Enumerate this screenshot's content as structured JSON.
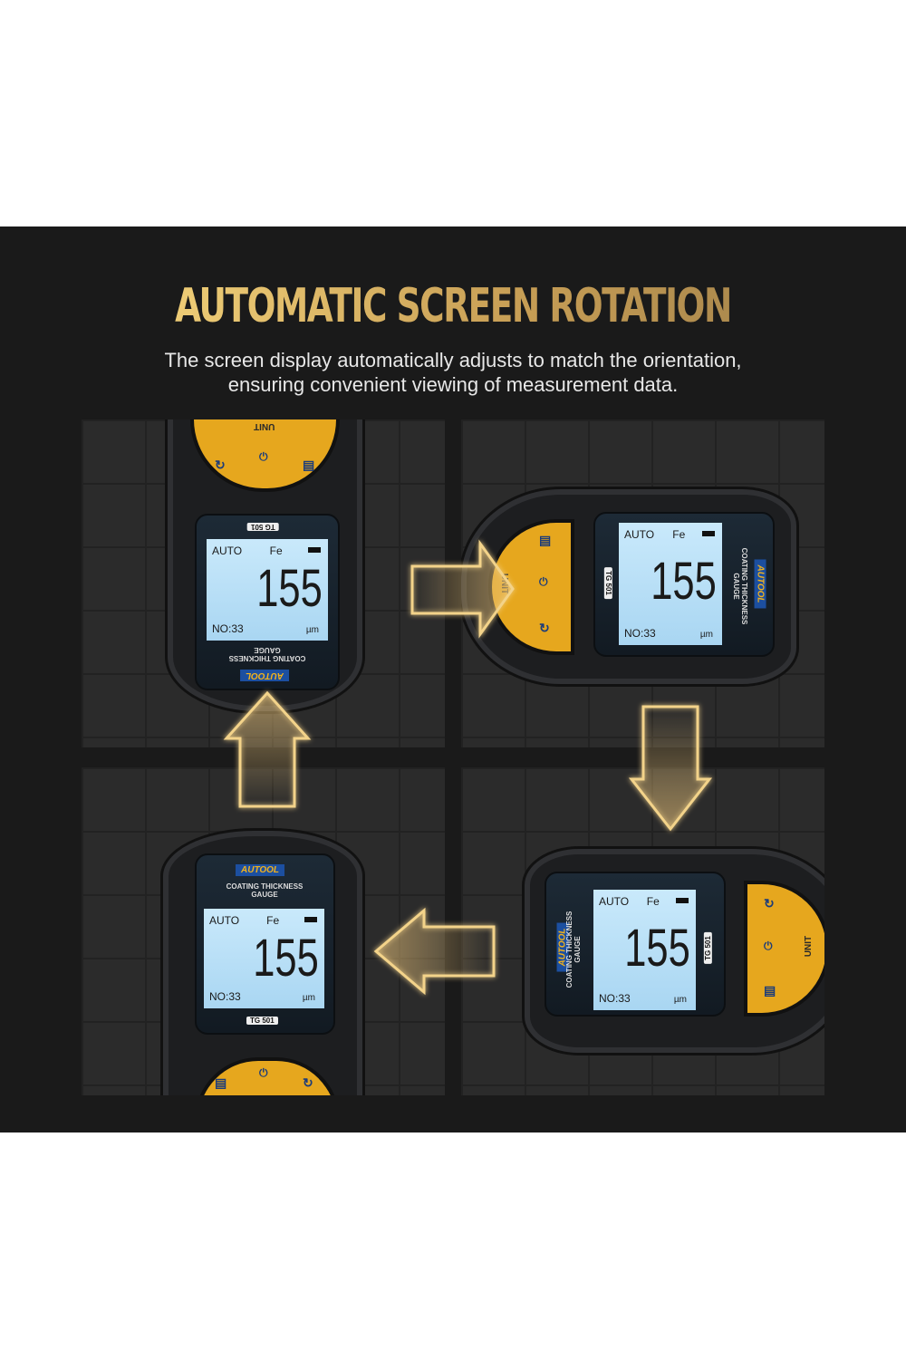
{
  "header": {
    "title": "AUTOMATIC SCREEN ROTATION",
    "subtitle_line1": "The screen display automatically adjusts to match the orientation,",
    "subtitle_line2": "ensuring convenient viewing of measurement data."
  },
  "device": {
    "brand": "AUTOOL",
    "product_line1": "COATING THICKNESS",
    "product_line2": "GAUGE",
    "model": "TG 501",
    "mode": "AUTO",
    "substrate": "Fe",
    "reading": "155",
    "count": "NO:33",
    "unit": "µm",
    "button_unit": "UNIT"
  },
  "icons": {
    "back": "↻",
    "power": "⏻",
    "light": "☀",
    "save": "▤"
  },
  "colors": {
    "accent": "#e6a71e",
    "title_gold": "#d9b25c",
    "brand_blue": "#1c4fa0",
    "lcd": "#bfe3f8"
  }
}
